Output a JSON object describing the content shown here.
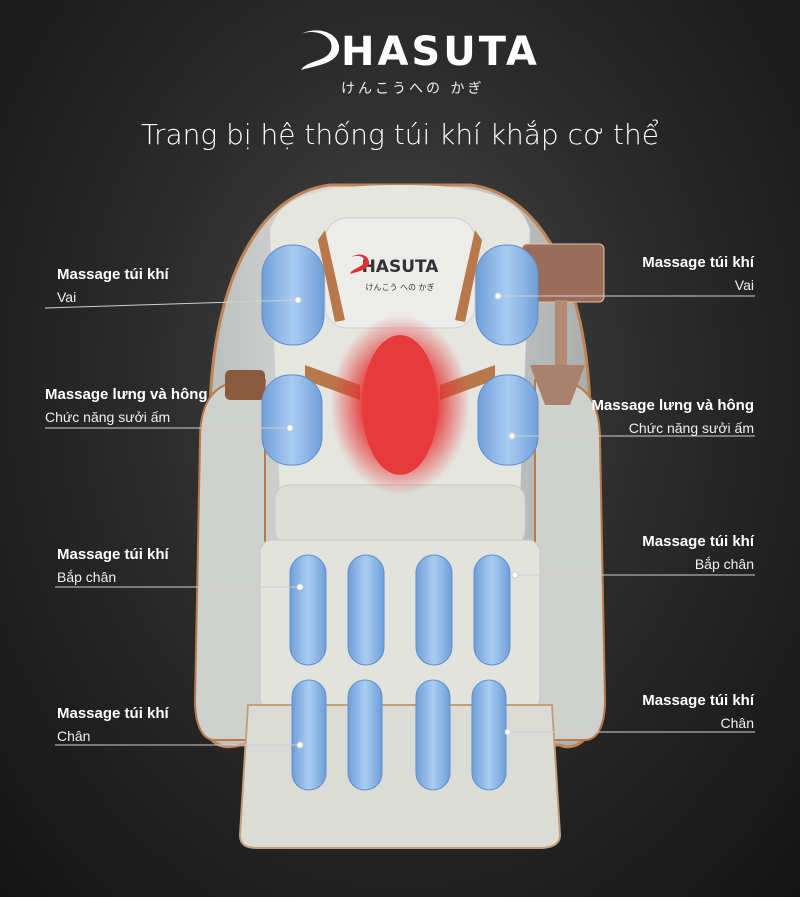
{
  "brand": {
    "name": "HASUTA",
    "tagline": "けんこうへの かぎ"
  },
  "headline": "Trang bị hệ thống túi khí khắp cơ thể",
  "headrest_brand": {
    "name": "HASUTA",
    "tagline": "けんこう への かぎ"
  },
  "labels": {
    "left_shoulder": {
      "title": "Massage túi khí",
      "sub": "Vai"
    },
    "right_shoulder": {
      "title": "Massage túi khí",
      "sub": "Vai"
    },
    "left_back": {
      "title": "Massage lưng và hông",
      "sub": "Chức năng sưởi ấm"
    },
    "right_back": {
      "title": "Massage lưng và hông",
      "sub": "Chức năng sưởi ấm"
    },
    "left_calf": {
      "title": "Massage túi khí",
      "sub": "Bắp chân"
    },
    "right_calf": {
      "title": "Massage túi khí",
      "sub": "Bắp chân"
    },
    "left_foot": {
      "title": "Massage túi khí",
      "sub": "Chân"
    },
    "right_foot": {
      "title": "Massage túi khí",
      "sub": "Chân"
    }
  },
  "colors": {
    "airbag": "#8fb8e6",
    "heat": "#e83a3a",
    "chair": "#d9d9d3",
    "trim": "#b8784a"
  }
}
